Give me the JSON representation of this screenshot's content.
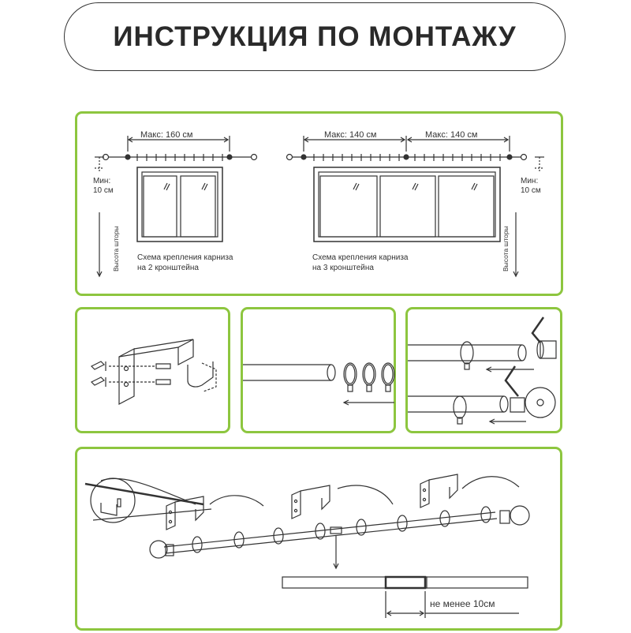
{
  "title": "ИНСТРУКЦИЯ ПО МОНТАЖУ",
  "panel_schemes": {
    "left_scheme": {
      "max_label": "Макс: 160 см",
      "min_label_line1": "Мин:",
      "min_label_line2": "10 см",
      "height_label": "Высота шторы",
      "caption_line1": "Схема крепления карниза",
      "caption_line2": "на 2 кронштейна"
    },
    "right_scheme": {
      "max_label_left": "Макс: 140 см",
      "max_label_right": "Макс: 140 см",
      "min_label_line1": "Мин:",
      "min_label_line2": "10 см",
      "height_label": "Высота шторы",
      "caption_line1": "Схема крепления карниза",
      "caption_line2": "на 3 кронштейна"
    }
  },
  "panel_assembly": {
    "distance_label": "не менее 10см"
  },
  "colors": {
    "panel_border": "#8dc63f",
    "line": "#333333"
  }
}
